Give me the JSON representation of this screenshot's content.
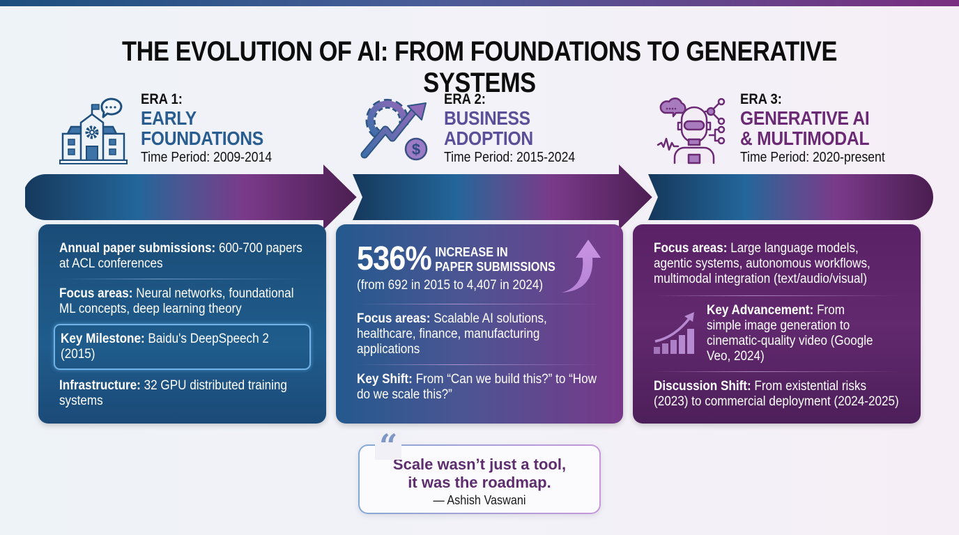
{
  "header": {
    "title": "THE EVOLUTION OF AI: FROM FOUNDATIONS TO GENERATIVE SYSTEMS"
  },
  "colors": {
    "era1": "#2a5d8f",
    "era2": "#5b4f99",
    "era3": "#6a2a74",
    "band_start": "#16385c",
    "band_mid": "#7a3a8a",
    "band_end": "#4a1d50",
    "quote_text": "#5e2d6e"
  },
  "eras": [
    {
      "label": "ERA 1:",
      "name_line1": "EARLY",
      "name_line2": "FOUNDATIONS",
      "period": "Time Period: 2009-2014",
      "icon": "school-building-gear-icon"
    },
    {
      "label": "ERA 2:",
      "name_line1": "BUSINESS",
      "name_line2": "ADOPTION",
      "period": "Time Period: 2015-2024",
      "icon": "gear-growth-dollar-icon"
    },
    {
      "label": "ERA 3:",
      "name_line1": "GENERATIVE AI",
      "name_line2": "& MULTIMODAL",
      "period": "Time Period: 2020-present",
      "icon": "robot-network-icon"
    }
  ],
  "cards": {
    "era1": {
      "submissions_label": "Annual paper submissions:",
      "submissions_value": " 600-700 papers at ACL conferences",
      "focus_label": "Focus areas:",
      "focus_value": " Neural networks, foundational ML concepts, deep learning theory",
      "milestone_label": "Key Milestone:",
      "milestone_value": " Baidu's DeepSpeech 2 (2015)",
      "infra_label": "Infrastructure:",
      "infra_value": " 32 GPU distributed training systems"
    },
    "era2": {
      "stat_number": "536%",
      "stat_label_line1": "INCREASE IN",
      "stat_label_line2": "PAPER SUBMISSIONS",
      "stat_detail": "(from 692 in 2015 to 4,407 in 2024)",
      "stat_icon": "up-arrow-icon",
      "focus_label": "Focus areas:",
      "focus_value": " Scalable AI solutions, healthcare, finance, manufacturing applications",
      "shift_label": "Key Shift:",
      "shift_value": " From “Can we build this?” to “How do we scale this?”"
    },
    "era3": {
      "focus_label": "Focus areas:",
      "focus_value": " Large language models, agentic systems, autonomous workflows, multimodal integration (text/audio/visual)",
      "advancement_label": "Key Advancement:",
      "advancement_value": " From simple image generation to cinematic-quality video (Google Veo, 2024)",
      "advancement_icon": "growth-bar-chart-icon",
      "discussion_label": "Discussion Shift:",
      "discussion_value": " From existential risks (2023) to commercial deployment (2024-2025)"
    }
  },
  "quote": {
    "mark": "“",
    "line1": "Scale wasn’t just a tool,",
    "line2": "it was the roadmap.",
    "author": "— Ashish Vaswani"
  }
}
